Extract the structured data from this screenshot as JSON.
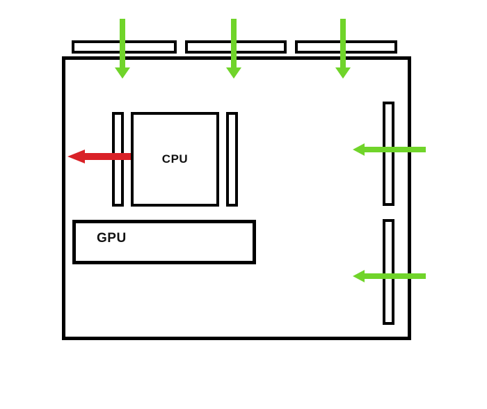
{
  "components": {
    "cpu": {
      "label": "CPU"
    },
    "gpu": {
      "label": "GPU"
    }
  },
  "colors": {
    "background": "#ffffff",
    "outline": "#000000",
    "intake_arrow": "#70d42a",
    "exhaust_arrow": "#d92127"
  },
  "airflow": {
    "top_intake_arrow_count": 3,
    "right_intake_arrow_count": 2,
    "left_exhaust_arrow_count": 1,
    "top_vent_count": 3,
    "right_vent_count": 2
  }
}
